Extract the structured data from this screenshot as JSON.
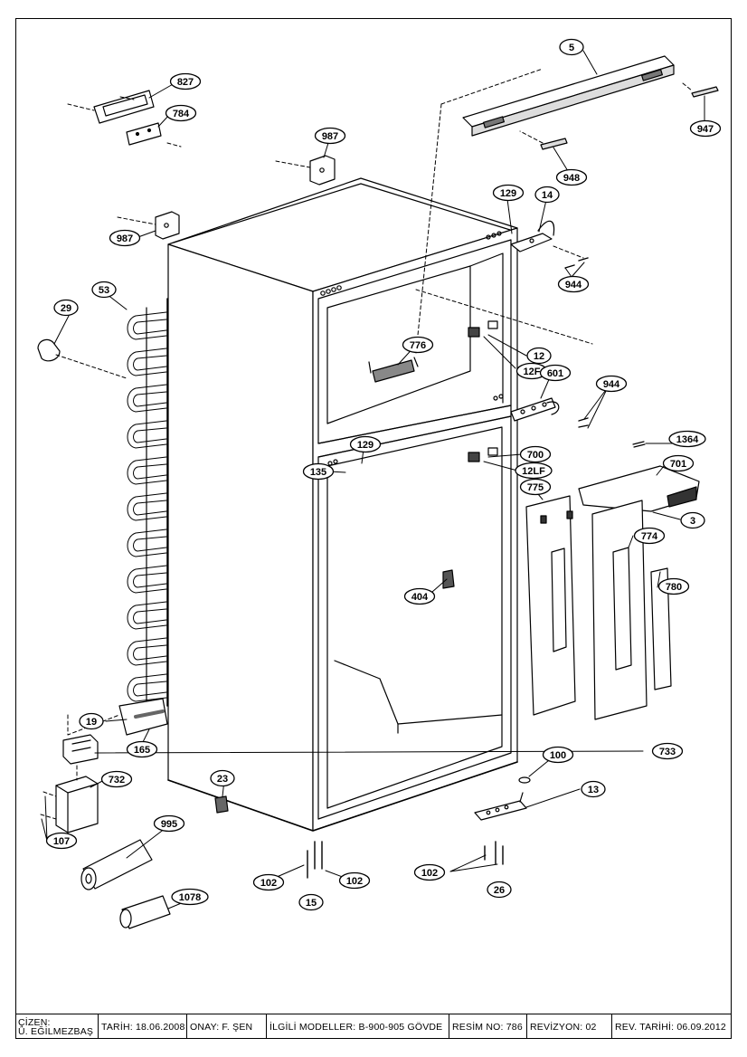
{
  "callouts": [
    {
      "id": "c5",
      "label": "5"
    },
    {
      "id": "c827",
      "label": "827"
    },
    {
      "id": "c784",
      "label": "784"
    },
    {
      "id": "c987a",
      "label": "987"
    },
    {
      "id": "c987b",
      "label": "987"
    },
    {
      "id": "c947",
      "label": "947"
    },
    {
      "id": "c948",
      "label": "948"
    },
    {
      "id": "c129a",
      "label": "129"
    },
    {
      "id": "c14",
      "label": "14"
    },
    {
      "id": "c944a",
      "label": "944"
    },
    {
      "id": "c53",
      "label": "53"
    },
    {
      "id": "c29",
      "label": "29"
    },
    {
      "id": "c776",
      "label": "776"
    },
    {
      "id": "c12",
      "label": "12"
    },
    {
      "id": "c12F",
      "label": "12F"
    },
    {
      "id": "c601",
      "label": "601"
    },
    {
      "id": "c944b",
      "label": "944"
    },
    {
      "id": "c129b",
      "label": "129"
    },
    {
      "id": "c135",
      "label": "135"
    },
    {
      "id": "c700",
      "label": "700"
    },
    {
      "id": "c12LF",
      "label": "12LF"
    },
    {
      "id": "c1364",
      "label": "1364"
    },
    {
      "id": "c701",
      "label": "701"
    },
    {
      "id": "c775",
      "label": "775"
    },
    {
      "id": "c3",
      "label": "3"
    },
    {
      "id": "c774",
      "label": "774"
    },
    {
      "id": "c780",
      "label": "780"
    },
    {
      "id": "c404",
      "label": "404"
    },
    {
      "id": "c19",
      "label": "19"
    },
    {
      "id": "c165",
      "label": "165"
    },
    {
      "id": "c733",
      "label": "733"
    },
    {
      "id": "c732",
      "label": "732"
    },
    {
      "id": "c23",
      "label": "23"
    },
    {
      "id": "c100",
      "label": "100"
    },
    {
      "id": "c13",
      "label": "13"
    },
    {
      "id": "c107",
      "label": "107"
    },
    {
      "id": "c995",
      "label": "995"
    },
    {
      "id": "c102a",
      "label": "102"
    },
    {
      "id": "c102b",
      "label": "102"
    },
    {
      "id": "c15",
      "label": "15"
    },
    {
      "id": "c102c",
      "label": "102"
    },
    {
      "id": "c26",
      "label": "26"
    },
    {
      "id": "c1078",
      "label": "1078"
    }
  ],
  "titleblock": {
    "drawer_label": "ÇİZEN:",
    "drawer_name": "Ü. EĞİLMEZBAŞ",
    "date": "TARİH: 18.06.2008",
    "approval": "ONAY: F. ŞEN",
    "models": "İLGİLİ MODELLER: B-900-905 GÖVDE",
    "drawing_no": "RESİM NO: 786",
    "revision": "REVİZYON: 02",
    "revision_date": "REV. TARİHİ: 06.09.2012"
  }
}
